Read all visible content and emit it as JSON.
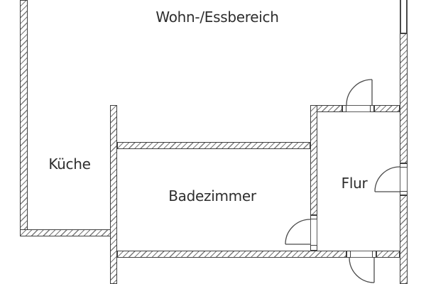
{
  "page": {
    "type": "floor-plan",
    "language": "de"
  },
  "rooms": {
    "wohn_essbereich": {
      "label": "Wohn-/Essbereich"
    },
    "kueche": {
      "label": "Küche"
    },
    "badezimmer": {
      "label": "Badezimmer"
    },
    "flur": {
      "label": "Flur"
    }
  },
  "symbols": {
    "door_count": 4,
    "window_count": 1
  },
  "colors": {
    "background": "#ffffff",
    "wall_outline": "#3f3f3f",
    "hatch_line": "#7a7a7a",
    "door_line": "#4a4a4a",
    "text": "#2e2e2e"
  }
}
